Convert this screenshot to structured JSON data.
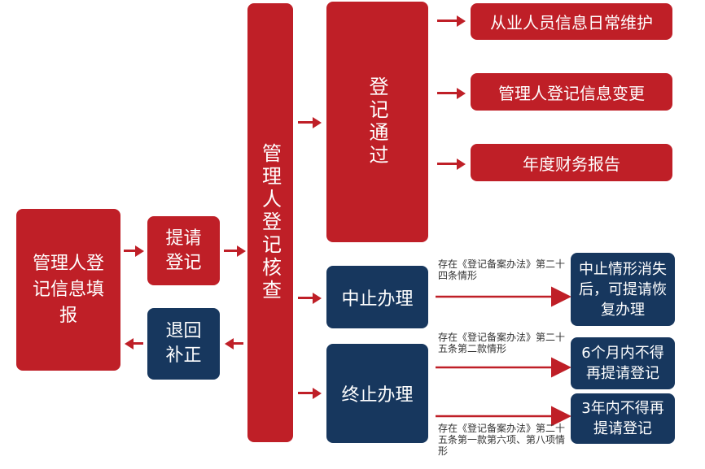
{
  "nodes": {
    "fill": "管理人登记信息填报",
    "submit": "提请登记",
    "return": "退回补正",
    "review": "管理人登记核查",
    "pass": "登记通过",
    "maintain": "从业人员信息日常维护",
    "change": "管理人登记信息变更",
    "annual": "年度财务报告",
    "suspend": "中止办理",
    "suspend_result": "中止情形消失后，可提请恢复办理",
    "terminate": "终止办理",
    "terminate_result_1": "6个月内不得再提请登记",
    "terminate_result_2": "3年内不得再提请登记"
  },
  "notes": {
    "suspend_cond": "存在《登记备案办法》第二十四条情形",
    "terminate_cond_1": "存在《登记备案办法》第二十五条第二款情形",
    "terminate_cond_2": "存在《登记备案办法》第二十五条第一款第六项、第八项情形"
  },
  "colors": {
    "red": "#bf1f27",
    "navy": "#17375e"
  }
}
